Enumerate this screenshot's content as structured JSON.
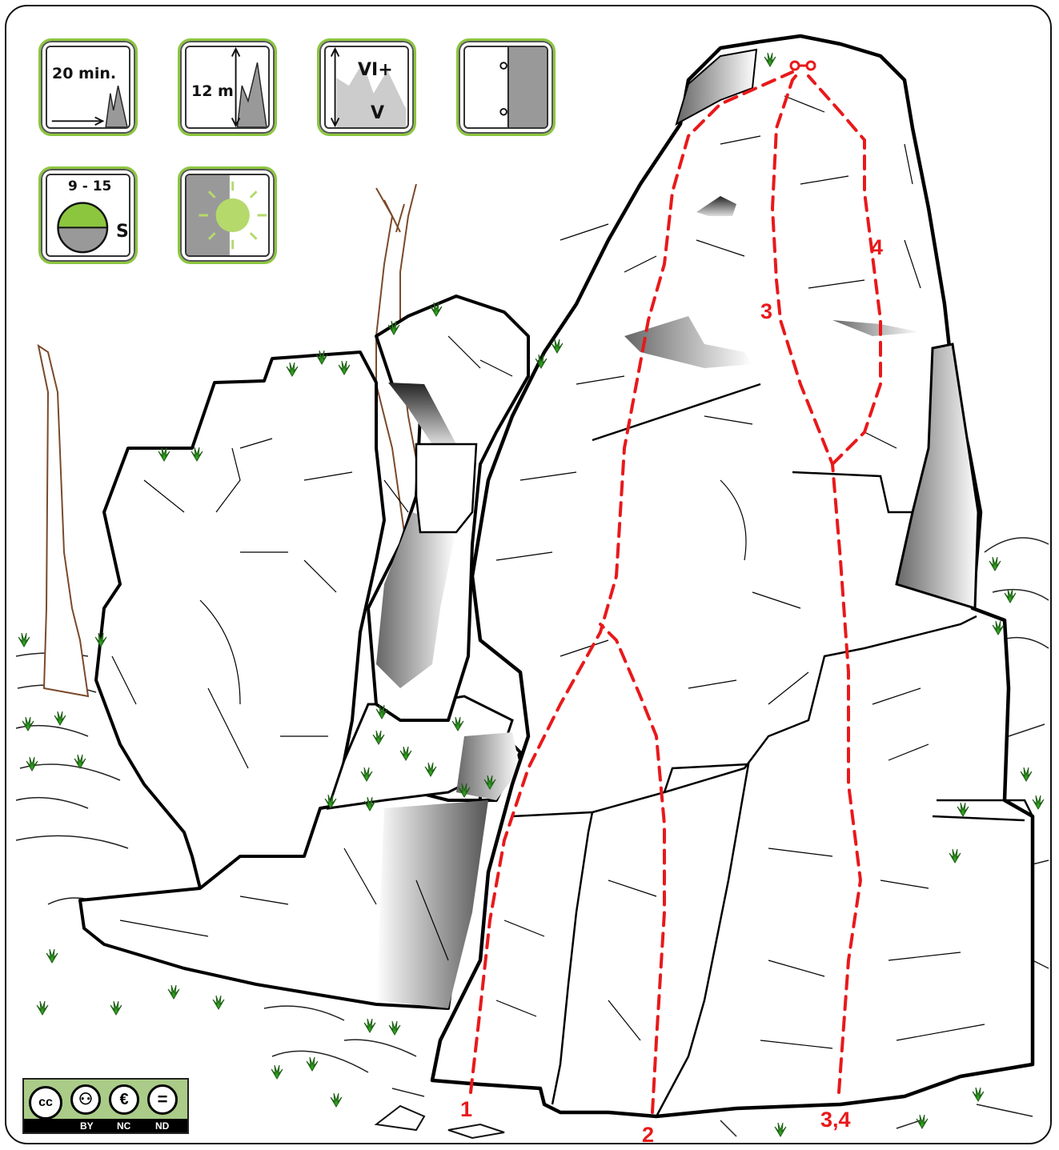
{
  "info_tiles": {
    "approach": {
      "icon": "approach-time-icon",
      "label": "20 min."
    },
    "height": {
      "icon": "wall-height-icon",
      "label": "12 m"
    },
    "grades": {
      "icon": "grade-range-icon",
      "max": "VI+",
      "min": "V"
    },
    "anchors": {
      "icon": "anchor-bolts-icon"
    },
    "orientation": {
      "icon": "compass-orientation-icon",
      "hours": "9 - 15",
      "direction": "S"
    },
    "sun": {
      "icon": "sun-exposure-icon"
    }
  },
  "routes": [
    {
      "label": "1"
    },
    {
      "label": "2"
    },
    {
      "label": "3"
    },
    {
      "label": "4"
    },
    {
      "label": "3,4"
    }
  ],
  "license": {
    "cc": "cc",
    "by": "BY",
    "nc": "NC",
    "nd": "ND"
  },
  "colors": {
    "route": "#e8191b",
    "tile_border": "#8cc63f",
    "plant": "#2e9e1f",
    "tree": "#7a4a2a",
    "shade": "#9a9a9a"
  }
}
